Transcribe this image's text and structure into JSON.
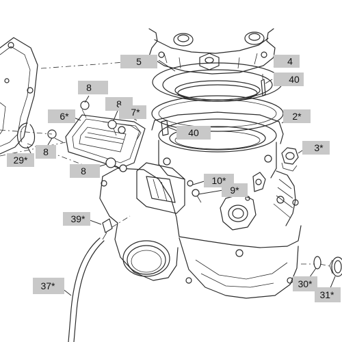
{
  "diagram": {
    "callouts": [
      {
        "id": "5",
        "label": "5"
      },
      {
        "id": "4",
        "label": "4"
      },
      {
        "id": "40a",
        "label": "40"
      },
      {
        "id": "8a",
        "label": "8"
      },
      {
        "id": "8b",
        "label": "8"
      },
      {
        "id": "6",
        "label": "6*"
      },
      {
        "id": "7",
        "label": "7*"
      },
      {
        "id": "2",
        "label": "2*"
      },
      {
        "id": "40b",
        "label": "40"
      },
      {
        "id": "29",
        "label": "29*"
      },
      {
        "id": "8c",
        "label": "8"
      },
      {
        "id": "3",
        "label": "3*"
      },
      {
        "id": "8d",
        "label": "8"
      },
      {
        "id": "10",
        "label": "10*"
      },
      {
        "id": "9",
        "label": "9*"
      },
      {
        "id": "39",
        "label": "39*"
      },
      {
        "id": "37",
        "label": "37*"
      },
      {
        "id": "30",
        "label": "30*"
      },
      {
        "id": "31",
        "label": "31*"
      }
    ],
    "colors": {
      "label_fill": "#c8c8c8",
      "line": "#2a2a2a",
      "background": "#ffffff"
    }
  }
}
